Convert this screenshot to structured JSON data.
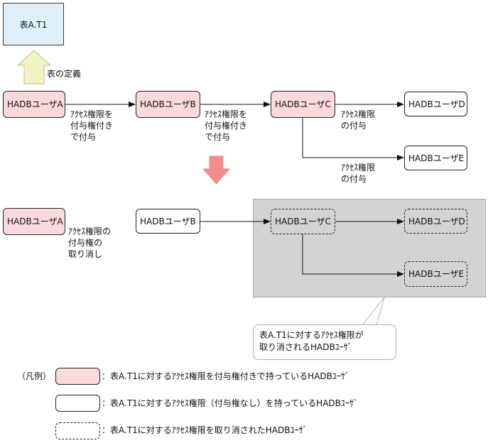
{
  "table_box": {
    "label": "表A.T1"
  },
  "define_label": "表の定義",
  "top": {
    "user_a": "HADBユーザA",
    "user_b": "HADBユーザB",
    "user_c": "HADBユーザC",
    "user_d": "HADBユーザD",
    "user_e": "HADBユーザE",
    "edge_ab": "ｱｸｾｽ権限を\n付与権付き\nで付与",
    "edge_bc": "ｱｸｾｽ権限を\n付与権付き\nで付与",
    "edge_cd": "ｱｸｾｽ権限\nの付与",
    "edge_ce": "ｱｸｾｽ権限\nの付与"
  },
  "bottom": {
    "user_a": "HADBユーザA",
    "user_b": "HADBユーザB",
    "user_c": "HADBユーザC",
    "user_d": "HADBユーザD",
    "user_e": "HADBユーザE",
    "edge_ab": "ｱｸｾｽ権限の\n付与権の\n取り消し"
  },
  "callout": "表A.T1に対するｱｸｾｽ権限が\n取り消されるHADBﾕｰｻﾞ",
  "legend": {
    "title": "（凡例）",
    "items": [
      {
        "text": "：表A.T1に対するｱｸｾｽ権限を付与権付きで持っているHADBﾕｰｻﾞ",
        "style": "pink"
      },
      {
        "text": "：表A.T1に対するｱｸｾｽ権限（付与権なし）を持っているHADBﾕｰｻﾞ",
        "style": "white"
      },
      {
        "text": "：表A.T1に対するｱｸｾｽ権限を取り消されたHADBﾕｰｻﾞ",
        "style": "dashed"
      }
    ]
  },
  "colors": {
    "granting_user_fill": "#fbd9dc",
    "table_fill": "#dff0fb",
    "define_arrow_fill": "#f3f2c5",
    "flow_arrow_fill": "#f28b8b",
    "revoked_area_fill": "#d3d3d3"
  }
}
